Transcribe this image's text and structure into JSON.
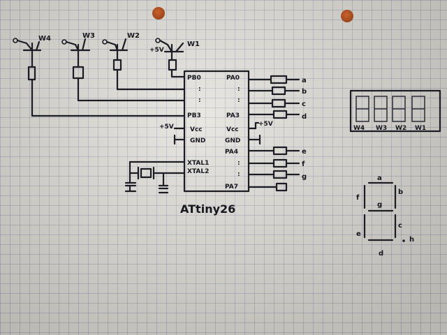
{
  "chip": {
    "name": "ATtiny26",
    "pins_left": [
      "PB0",
      "PB3",
      "+5V",
      "Vcc",
      "GND",
      "XTAL1",
      "XTAL2"
    ],
    "pins_right": [
      "PA0",
      "PA3",
      "Vcc",
      "+5V",
      "GND",
      "PA4",
      "PA7"
    ]
  },
  "transistors": [
    {
      "label": "W4"
    },
    {
      "label": "W3"
    },
    {
      "label": "W2"
    },
    {
      "label": "W1"
    }
  ],
  "transistor_supply": "+5V",
  "segment_outputs": [
    "a",
    "b",
    "c",
    "d",
    "e",
    "f",
    "g"
  ],
  "display": {
    "digits": [
      "W4",
      "W3",
      "W2",
      "W1"
    ]
  },
  "segment_legend": {
    "a": "a",
    "b": "b",
    "c": "c",
    "d": "d",
    "e": "e",
    "f": "f",
    "g": "g",
    "h": "h"
  }
}
